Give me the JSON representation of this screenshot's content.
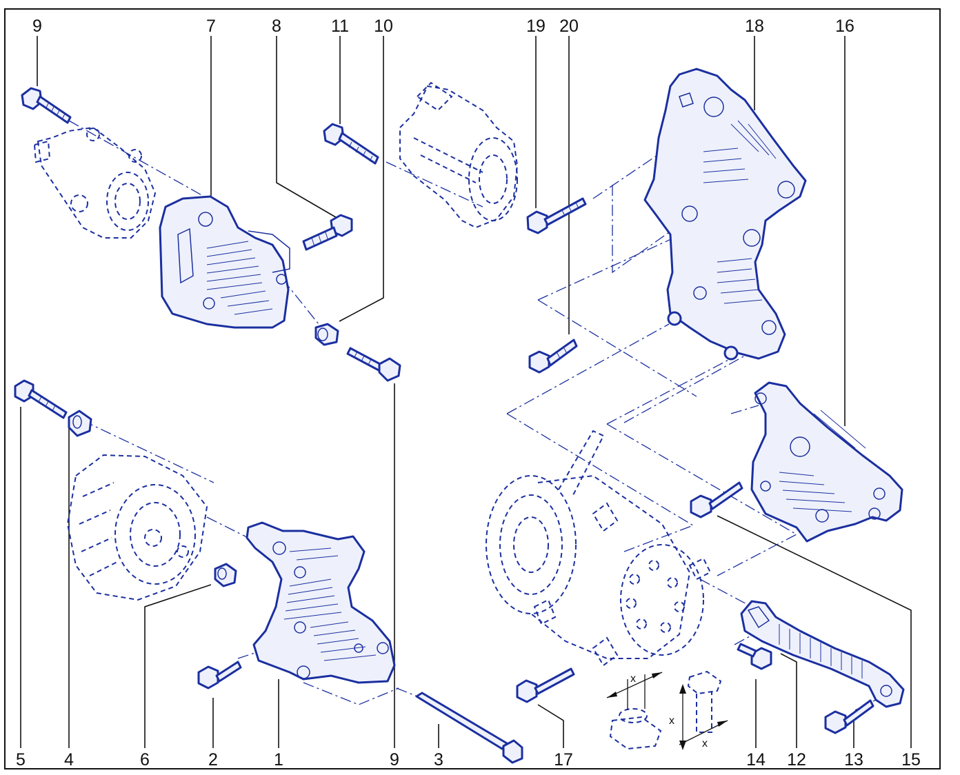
{
  "callouts_top": [
    {
      "id": "c9a",
      "text": "9"
    },
    {
      "id": "c7",
      "text": "7"
    },
    {
      "id": "c8",
      "text": "8"
    },
    {
      "id": "c11",
      "text": "11"
    },
    {
      "id": "c10",
      "text": "10"
    },
    {
      "id": "c19",
      "text": "19"
    },
    {
      "id": "c20",
      "text": "20"
    },
    {
      "id": "c18",
      "text": "18"
    },
    {
      "id": "c16",
      "text": "16"
    }
  ],
  "callouts_bottom": [
    {
      "id": "c5",
      "text": "5"
    },
    {
      "id": "c4",
      "text": "4"
    },
    {
      "id": "c6",
      "text": "6"
    },
    {
      "id": "c2",
      "text": "2"
    },
    {
      "id": "c1",
      "text": "1"
    },
    {
      "id": "c9b",
      "text": "9"
    },
    {
      "id": "c3",
      "text": "3"
    },
    {
      "id": "c17",
      "text": "17"
    },
    {
      "id": "c14",
      "text": "14"
    },
    {
      "id": "c12",
      "text": "12"
    },
    {
      "id": "c13",
      "text": "13"
    },
    {
      "id": "c15",
      "text": "15"
    }
  ],
  "dimension_labels": [
    "x",
    "x",
    "x"
  ],
  "colors": {
    "part_line": "#1b2fa0",
    "text": "#111111"
  }
}
